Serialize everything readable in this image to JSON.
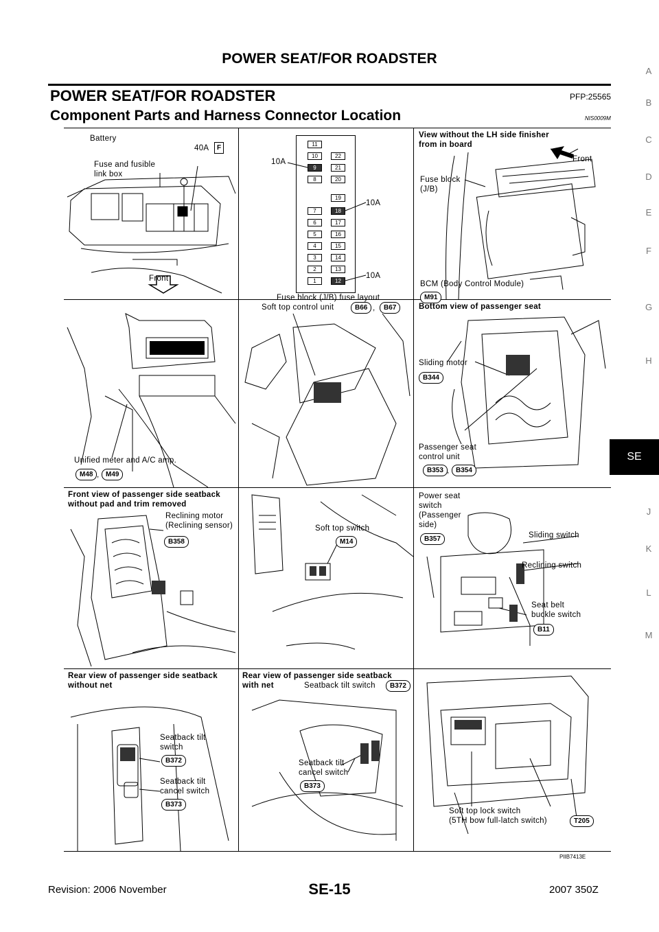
{
  "header": {
    "title": "POWER SEAT/FOR ROADSTER"
  },
  "section": {
    "title": "POWER SEAT/FOR ROADSTER",
    "pfp": "PFP:25565"
  },
  "subsection": {
    "title": "Component Parts and Harness Connector Location",
    "code": "NIS0009M"
  },
  "side_index": {
    "letters": [
      "A",
      "B",
      "C",
      "D",
      "E",
      "F",
      "G",
      "H",
      "SE",
      "J",
      "K",
      "L",
      "M"
    ],
    "active": "SE"
  },
  "panels": {
    "p1": {
      "battery": "Battery",
      "fuse_box": "Fuse and fusible",
      "fuse_box2": "link box",
      "amp": "40A",
      "front": "Front"
    },
    "p2": {
      "caption": "Fuse block (J/B) fuse layout",
      "a10_1": "10A",
      "a10_2": "10A",
      "a10_3": "10A",
      "left_col": [
        "11",
        "10",
        "9",
        "8",
        "",
        "7",
        "6",
        "5",
        "4",
        "3",
        "2",
        "1"
      ],
      "right_col": [
        "",
        "22",
        "21",
        "20",
        "19",
        "18",
        "17",
        "16",
        "15",
        "14",
        "13",
        "12"
      ]
    },
    "p3": {
      "line1": "View without the LH side finisher",
      "line2": "from in board",
      "front": "Front",
      "fuse_block": "Fuse block",
      "jb": "(J/B)",
      "bcm": "BCM (Body Control Module)",
      "conn": "M91"
    },
    "p4": {
      "label": "Unified meter and A/C amp.",
      "conn1": "M48",
      "conn2": "M49",
      "comma": ","
    },
    "p5": {
      "label": "Soft top control unit",
      "conn1": "B66",
      "conn2": "B67",
      "comma": ","
    },
    "p6": {
      "title": "Bottom view of passenger seat",
      "motor": "Sliding motor",
      "conn_motor": "B344",
      "unit1": "Passenger seat",
      "unit2": "control unit",
      "conn1": "B353",
      "conn2": "B354",
      "comma": ","
    },
    "p7": {
      "line1": "Front view of passenger side seatback",
      "line2": "without pad and trim removed",
      "motor1": "Reclining motor",
      "motor2": "(Reclining sensor)",
      "conn": "B358"
    },
    "p8": {
      "label": "Soft top switch",
      "conn": "M14"
    },
    "p9": {
      "l1": "Power seat",
      "l2": "switch",
      "l3": "(Passenger",
      "l4": "side)",
      "conn": "B357",
      "sliding": "Sliding switch",
      "reclining": "Reclining switch",
      "belt1": "Seat belt",
      "belt2": "buckle switch",
      "conn_belt": "B11"
    },
    "p10": {
      "line1": "Rear view of passenger side seatback",
      "line2": "without net",
      "tilt1": "Seatback tilt",
      "tilt2": "switch",
      "conn_tilt": "B372",
      "cancel1": "Seatback tilt",
      "cancel2": "cancel switch",
      "conn_cancel": "B373"
    },
    "p11": {
      "line1": "Rear view of passenger side seatback",
      "line2": "with net",
      "tilt": "Seatback tilt switch",
      "conn_tilt": "B372",
      "cancel1": "Seatback tilt",
      "cancel2": "cancel switch",
      "conn_cancel": "B373"
    },
    "p12": {
      "lock1": "Soft top lock switch",
      "lock2": "(5TH bow full-latch switch)",
      "conn": "T205"
    }
  },
  "figure_id": "PIIB7413E",
  "footer": {
    "revision": "Revision: 2006 November",
    "page": "SE-15",
    "model": "2007 350Z"
  }
}
